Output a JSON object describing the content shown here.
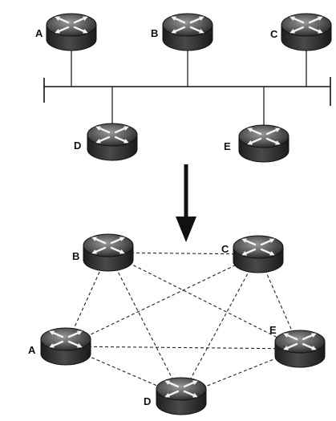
{
  "top_network": {
    "routers": [
      {
        "id": "A",
        "label": "A"
      },
      {
        "id": "B",
        "label": "B"
      },
      {
        "id": "C",
        "label": "C"
      },
      {
        "id": "D",
        "label": "D"
      },
      {
        "id": "E",
        "label": "E"
      }
    ]
  },
  "bottom_network": {
    "routers": [
      {
        "id": "B",
        "label": "B"
      },
      {
        "id": "C",
        "label": "C"
      },
      {
        "id": "A",
        "label": "A"
      },
      {
        "id": "E",
        "label": "E"
      },
      {
        "id": "D",
        "label": "D"
      }
    ],
    "links": [
      [
        "A",
        "B"
      ],
      [
        "A",
        "C"
      ],
      [
        "A",
        "D"
      ],
      [
        "A",
        "E"
      ],
      [
        "B",
        "C"
      ],
      [
        "B",
        "D"
      ],
      [
        "B",
        "E"
      ],
      [
        "C",
        "D"
      ],
      [
        "C",
        "E"
      ],
      [
        "D",
        "E"
      ]
    ]
  },
  "colors": {
    "router_body": "#3a3a3a",
    "router_top": "#6e6e6e",
    "line": "#222222",
    "background": "#ffffff"
  }
}
